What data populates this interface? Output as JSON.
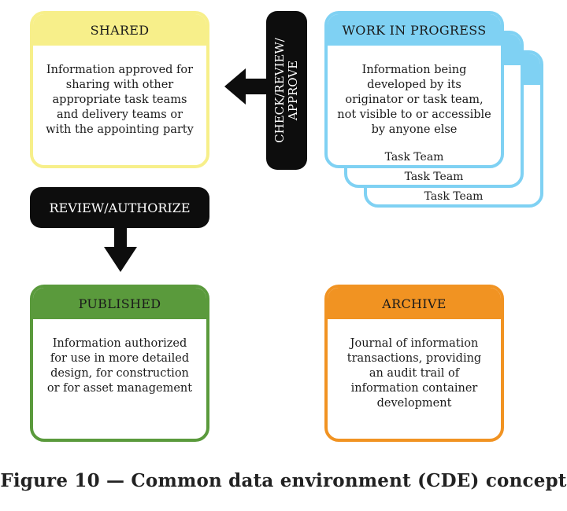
{
  "shared": {
    "title": "SHARED",
    "body": "Information approved for sharing with other appropriate task teams and delivery teams or with the appointing party"
  },
  "work_in_progress": {
    "title": "WORK IN PROGRESS",
    "body": "Information being developed by its originator or task team, not visible to or accessible by anyone else",
    "task_team_labels": [
      "Task Team",
      "Task Team",
      "Task Team"
    ]
  },
  "check_review_approve": {
    "line1": "CHECK/REVIEW/",
    "line2": "APPROVE"
  },
  "review_authorize": {
    "label": "REVIEW/AUTHORIZE"
  },
  "published": {
    "title": "PUBLISHED",
    "body": "Information authorized for use in more detailed design, for construction or for asset management"
  },
  "archive": {
    "title": "ARCHIVE",
    "body": "Journal of information transactions, providing an audit trail of information container development"
  },
  "caption": "Figure 10 — Common data environment (CDE) concept",
  "colors": {
    "shared": "#f7ef8a",
    "work_in_progress": "#7fd1f3",
    "published": "#5a9a3c",
    "archive": "#f19322",
    "arrow": "#0d0d0d"
  }
}
